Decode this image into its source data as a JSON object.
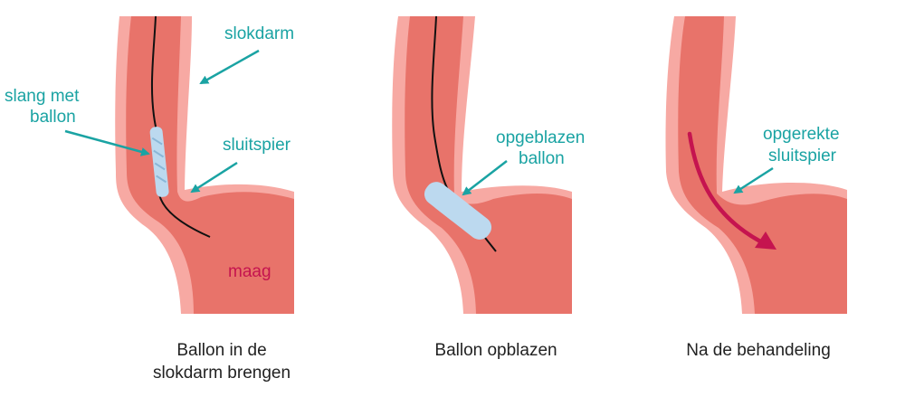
{
  "colors": {
    "wall": "#f7a9a3",
    "inner": "#e8736a",
    "label": "#1aa3a3",
    "stomach_label": "#c5144f",
    "balloon": "#bcd9ef",
    "arrow": "#c5144f",
    "caption": "#222222"
  },
  "panels": [
    {
      "caption_line1": "Ballon in de",
      "caption_line2": "slokdarm brengen",
      "labels": {
        "esophagus": "slokdarm",
        "tube_line1": "slang met",
        "tube_line2": "ballon",
        "sphincter": "sluitspier",
        "stomach": "maag"
      }
    },
    {
      "caption_line1": "Ballon opblazen",
      "labels": {
        "balloon_line1": "opgeblazen",
        "balloon_line2": "ballon"
      }
    },
    {
      "caption_line1": "Na de behandeling",
      "labels": {
        "sphincter_line1": "opgerekte",
        "sphincter_line2": "sluitspier"
      }
    }
  ]
}
